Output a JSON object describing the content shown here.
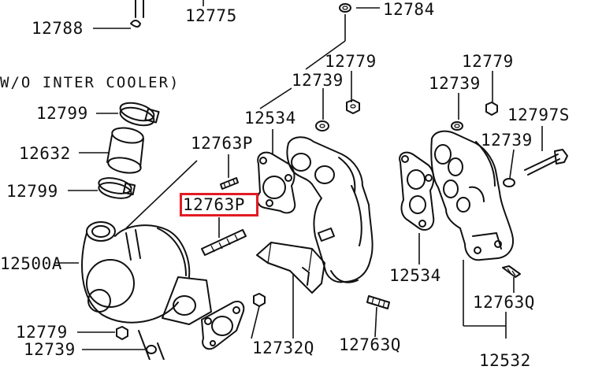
{
  "diagram": {
    "note": "W/O INTER COOLER)",
    "highlight_color": "#e31b23",
    "labels": [
      {
        "id": "p12788",
        "text": "12788"
      },
      {
        "id": "p12775",
        "text": "12775"
      },
      {
        "id": "p12784",
        "text": "12784"
      },
      {
        "id": "p12779a",
        "text": "12779"
      },
      {
        "id": "p12779b",
        "text": "12779"
      },
      {
        "id": "p12739a",
        "text": "12739"
      },
      {
        "id": "p12739b",
        "text": "12739"
      },
      {
        "id": "p12739c",
        "text": "12739"
      },
      {
        "id": "p12534a",
        "text": "12534"
      },
      {
        "id": "p12797s",
        "text": "12797S"
      },
      {
        "id": "p12799a",
        "text": "12799"
      },
      {
        "id": "p12632",
        "text": "12632"
      },
      {
        "id": "p12799b",
        "text": "12799"
      },
      {
        "id": "p12763pa",
        "text": "12763P"
      },
      {
        "id": "p12763pb",
        "text": "12763P"
      },
      {
        "id": "p12500a",
        "text": "12500A"
      },
      {
        "id": "p12534b",
        "text": "12534"
      },
      {
        "id": "p12763qa",
        "text": "12763Q"
      },
      {
        "id": "p12779c",
        "text": "12779"
      },
      {
        "id": "p12739d",
        "text": "12739"
      },
      {
        "id": "p12732q",
        "text": "12732Q"
      },
      {
        "id": "p12763qb",
        "text": "12763Q"
      },
      {
        "id": "p12532",
        "text": "12532"
      }
    ]
  }
}
